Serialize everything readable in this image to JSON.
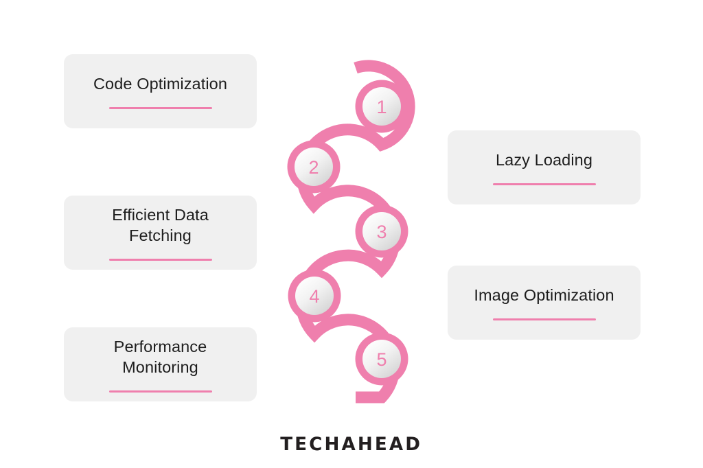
{
  "page": {
    "background_color": "#ffffff",
    "accent_color": "#ef7fad",
    "card_background_color": "#f0f0f0",
    "text_color": "#1d1d1d"
  },
  "brand": {
    "wordmark": "TECHAHEAD"
  },
  "steps": [
    {
      "number": "1",
      "label": "Code Optimization",
      "side": "left"
    },
    {
      "number": "2",
      "label": "Lazy Loading",
      "side": "right"
    },
    {
      "number": "3",
      "label": "Efficient Data\nFetching",
      "side": "left"
    },
    {
      "number": "4",
      "label": "Image Optimization",
      "side": "right"
    },
    {
      "number": "5",
      "label": "Performance\nMonitoring",
      "side": "left"
    }
  ],
  "cards": {
    "left": [
      {
        "label": "Code Optimization"
      },
      {
        "label": "Efficient Data\nFetching"
      },
      {
        "label": "Performance\nMonitoring"
      }
    ],
    "right": [
      {
        "label": "Lazy Loading"
      },
      {
        "label": "Image Optimization"
      }
    ]
  },
  "nodes": [
    {
      "number": "1"
    },
    {
      "number": "2"
    },
    {
      "number": "3"
    },
    {
      "number": "4"
    },
    {
      "number": "5"
    }
  ]
}
